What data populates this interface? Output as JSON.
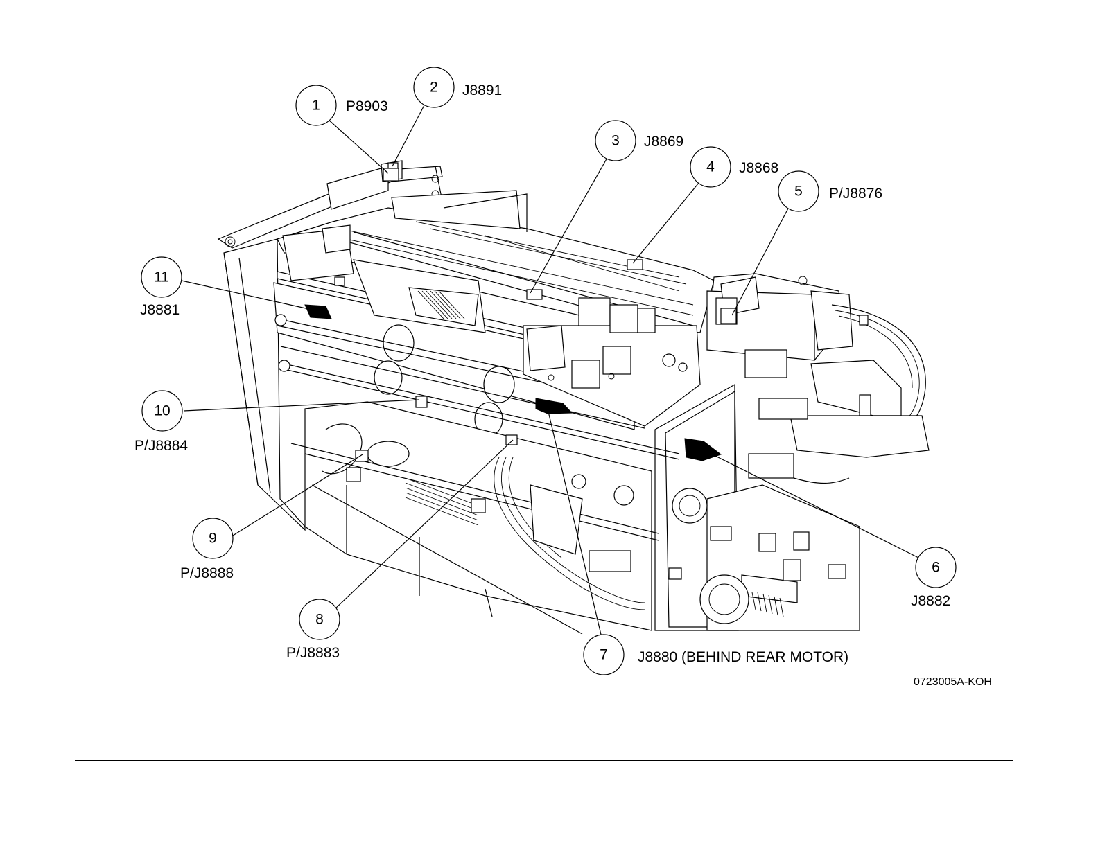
{
  "callouts": [
    {
      "number": "1",
      "label": "P8903"
    },
    {
      "number": "2",
      "label": "J8891"
    },
    {
      "number": "3",
      "label": "J8869"
    },
    {
      "number": "4",
      "label": "J8868"
    },
    {
      "number": "5",
      "label": "P/J8876"
    },
    {
      "number": "6",
      "label": "J8882"
    },
    {
      "number": "7",
      "label": "J8880 (BEHIND REAR MOTOR)"
    },
    {
      "number": "8",
      "label": "P/J8883"
    },
    {
      "number": "9",
      "label": "P/J8888"
    },
    {
      "number": "10",
      "label": "P/J8884"
    },
    {
      "number": "11",
      "label": "J8881"
    }
  ],
  "figure_reference": "0723005A-KOH"
}
